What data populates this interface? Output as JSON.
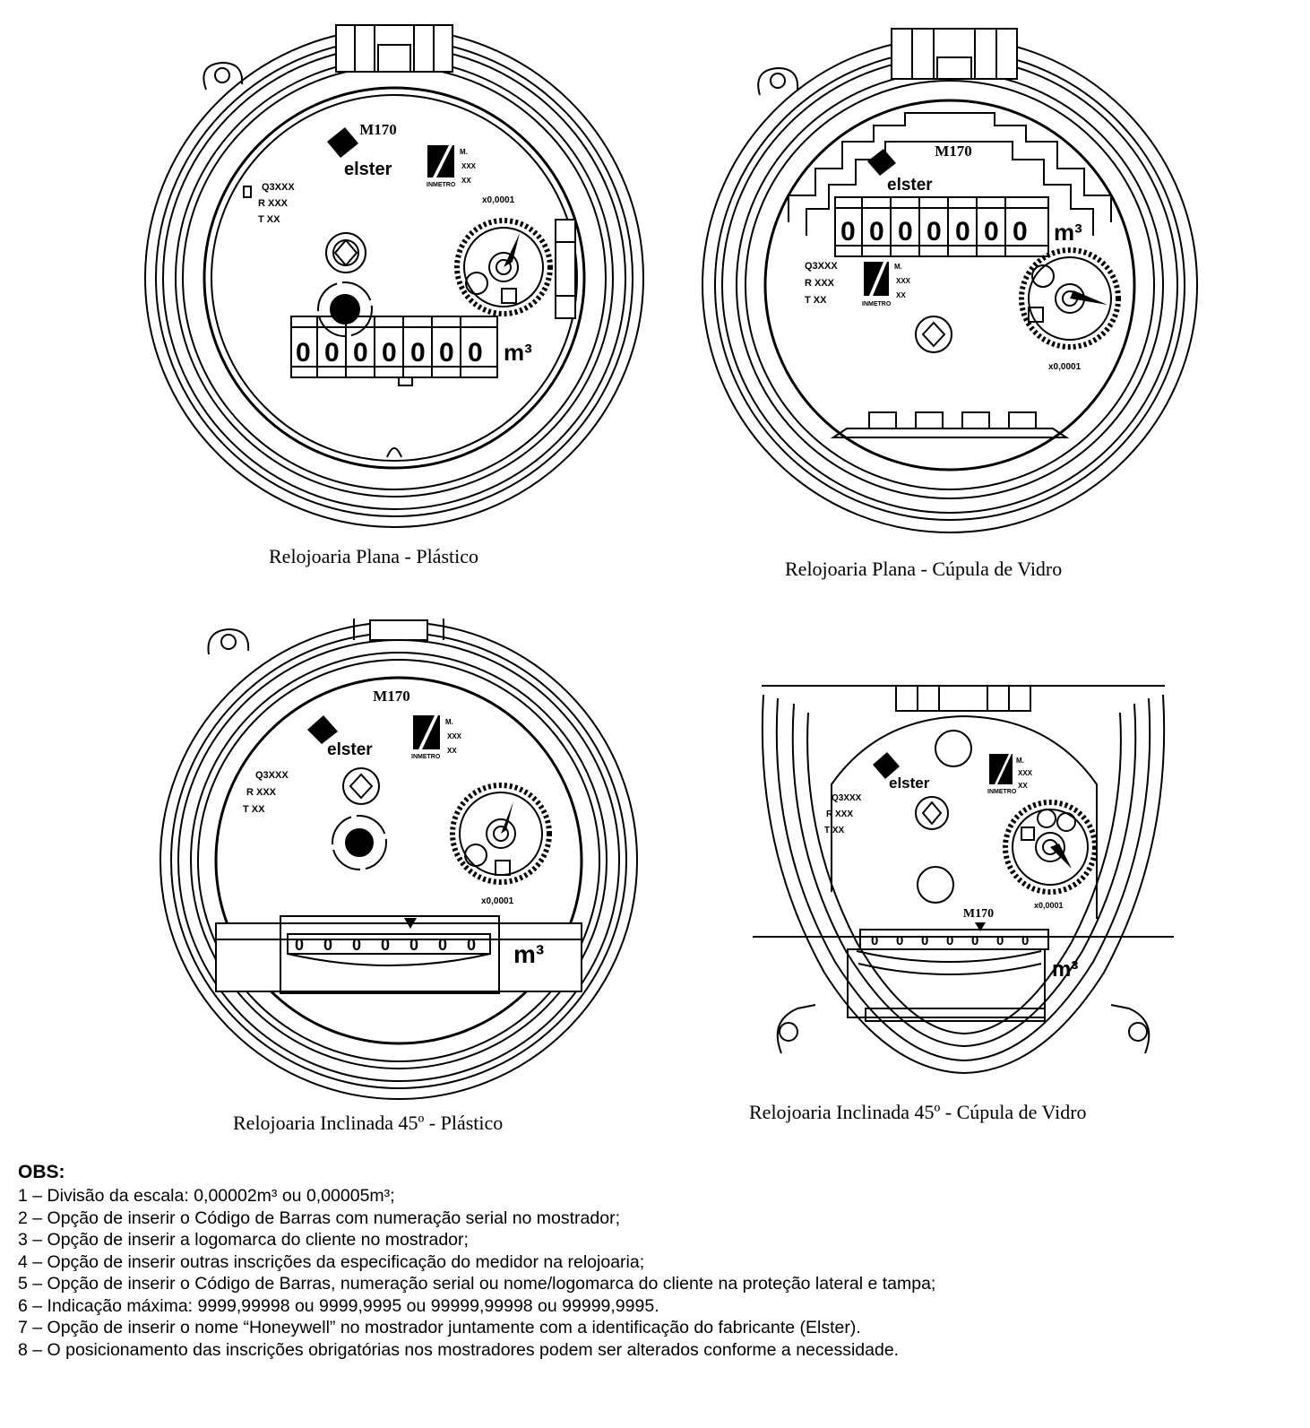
{
  "meters": [
    {
      "caption": "Relojoaria Plana - Plástico",
      "model": "M170",
      "brand": "elster",
      "specs": [
        "Q3XXX",
        "R XXX",
        "T XX"
      ],
      "cert_label": "INMETRO",
      "cert_lines": [
        "M.",
        "XXX",
        "XX"
      ],
      "multiplier": "x0,0001",
      "digits": [
        "0",
        "0",
        "0",
        "0",
        "0",
        "0",
        "0"
      ],
      "unit": "m³"
    },
    {
      "caption": "Relojoaria Plana - Cúpula de Vidro",
      "model": "M170",
      "brand": "elster",
      "specs": [
        "Q3XXX",
        "R XXX",
        "T XX"
      ],
      "cert_label": "INMETRO",
      "cert_lines": [
        "M.",
        "XXX",
        "XX"
      ],
      "multiplier": "x0,0001",
      "digits": [
        "0",
        "0",
        "0",
        "0",
        "0",
        "0",
        "0"
      ],
      "unit": "m³"
    },
    {
      "caption": "Relojoaria Inclinada 45º - Plástico",
      "model": "M170",
      "brand": "elster",
      "specs": [
        "Q3XXX",
        "R XXX",
        "T XX"
      ],
      "cert_label": "INMETRO",
      "cert_lines": [
        "M.",
        "XXX",
        "XX"
      ],
      "multiplier": "x0,0001",
      "digits": [
        "0",
        "0",
        "0",
        "0",
        "0",
        "0",
        "0"
      ],
      "unit": "m³"
    },
    {
      "caption": "Relojoaria Inclinada 45º - Cúpula de Vidro",
      "model": "M170",
      "brand": "elster",
      "specs": [
        "Q3XXX",
        "R XXX",
        "T XX"
      ],
      "cert_label": "INMETRO",
      "cert_lines": [
        "M.",
        "XXX",
        "XX"
      ],
      "multiplier": "x0,0001",
      "digits": [
        "0",
        "0",
        "0",
        "0",
        "0",
        "0",
        "0"
      ],
      "unit": "m³"
    }
  ],
  "obs": {
    "heading": "OBS:",
    "items": [
      "1 – Divisão da escala: 0,00002m³ ou 0,00005m³;",
      "2 – Opção de inserir o Código de Barras com numeração serial no mostrador;",
      "3 – Opção de inserir a logomarca do cliente no mostrador;",
      "4 – Opção de inserir outras inscrições da especificação do medidor na relojoaria;",
      "5 – Opção de inserir o Código de Barras, numeração serial ou nome/logomarca do cliente na proteção lateral e tampa;",
      "6 – Indicação máxima: 9999,99998 ou 9999,9995 ou 99999,99998 ou 99999,9995.",
      "7 – Opção de inserir o nome “Honeywell” no mostrador juntamente com a identificação do fabricante (Elster).",
      "8 – O posicionamento das inscrições obrigatórias nos mostradores podem ser alterados conforme a necessidade."
    ]
  }
}
